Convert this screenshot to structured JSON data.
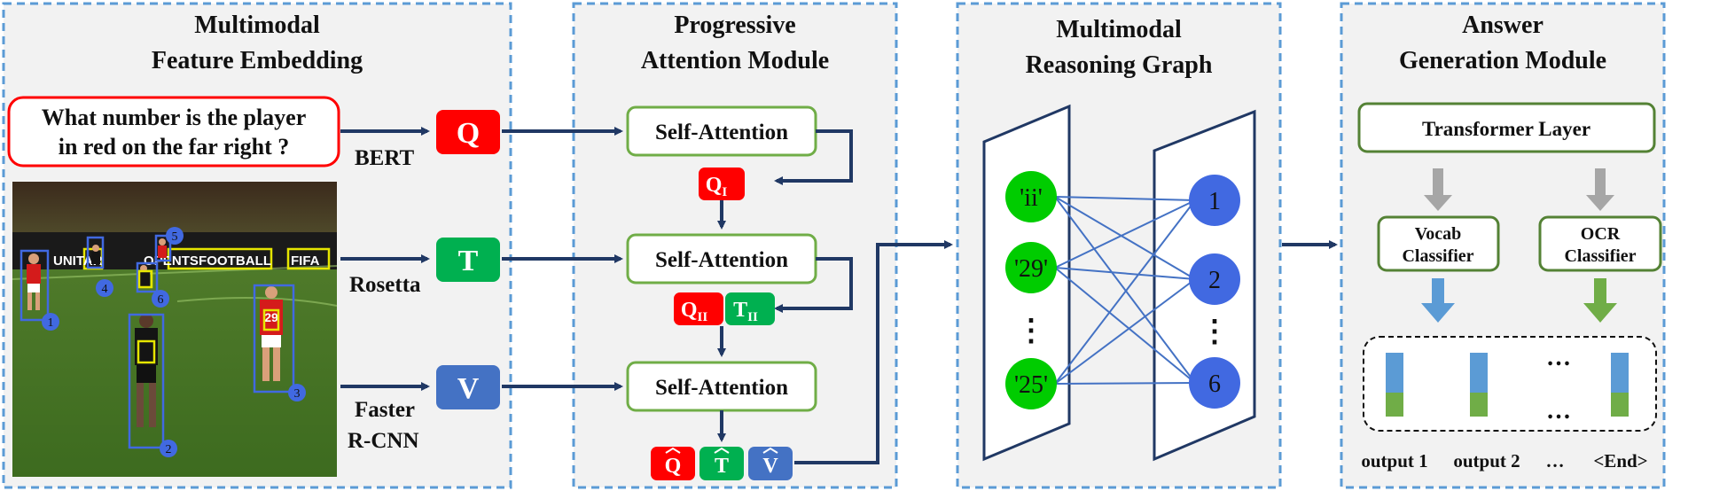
{
  "panels": {
    "embedding": {
      "title_line1": "Multimodal",
      "title_line2": "Feature Embedding"
    },
    "attention": {
      "title_line1": "Progressive",
      "title_line2": "Attention Module"
    },
    "graph": {
      "title_line1": "Multimodal",
      "title_line2": "Reasoning Graph"
    },
    "answer": {
      "title_line1": "Answer",
      "title_line2": "Generation Module"
    }
  },
  "question": {
    "line1": "What number is the player",
    "line2": "in red on the far right ?"
  },
  "encoders": {
    "bert": "BERT",
    "rosetta": "Rosetta",
    "faster_line1": "Faster",
    "faster_line2": "R-CNN"
  },
  "tokens": {
    "q": "Q",
    "t": "T",
    "v": "V"
  },
  "attention": {
    "self_attention": "Self-Attention",
    "q_i_base": "Q",
    "q_i_sub": "I",
    "q_ii_base": "Q",
    "q_ii_sub": "II",
    "t_ii_base": "T",
    "t_ii_sub": "II",
    "q_hat": "Q",
    "t_hat": "T",
    "v_hat": "V"
  },
  "image": {
    "box_labels": [
      "1",
      "2",
      "3",
      "4",
      "5",
      "6"
    ],
    "signage": [
      "UNITAR",
      "OPENTSFOOTBALL",
      "FIFA"
    ],
    "jersey": "29"
  },
  "graph": {
    "ocr_nodes": [
      "'ii'",
      "'29'",
      "'25'"
    ],
    "obj_nodes": [
      "1",
      "2",
      "6"
    ],
    "ellipsis": "⋮"
  },
  "answer": {
    "transformer": "Transformer Layer",
    "vocab_line1": "Vocab",
    "vocab_line2": "Classifier",
    "ocr_line1": "OCR",
    "ocr_line2": "Classifier",
    "dots": "…",
    "outputs": [
      "output 1",
      "output 2",
      "…",
      "<End>"
    ]
  },
  "colors": {
    "panel_border": "#5b9bd5",
    "panel_fill": "#f2f2f2",
    "arrow": "#203864",
    "red": "#ff0000",
    "green": "#00b050",
    "blue": "#4472c4",
    "sa_border": "#70ad47",
    "node_green": "#00cc00",
    "node_blue": "#4169e1",
    "bar_blue": "#5b9bd5",
    "bar_green": "#70ad47"
  }
}
